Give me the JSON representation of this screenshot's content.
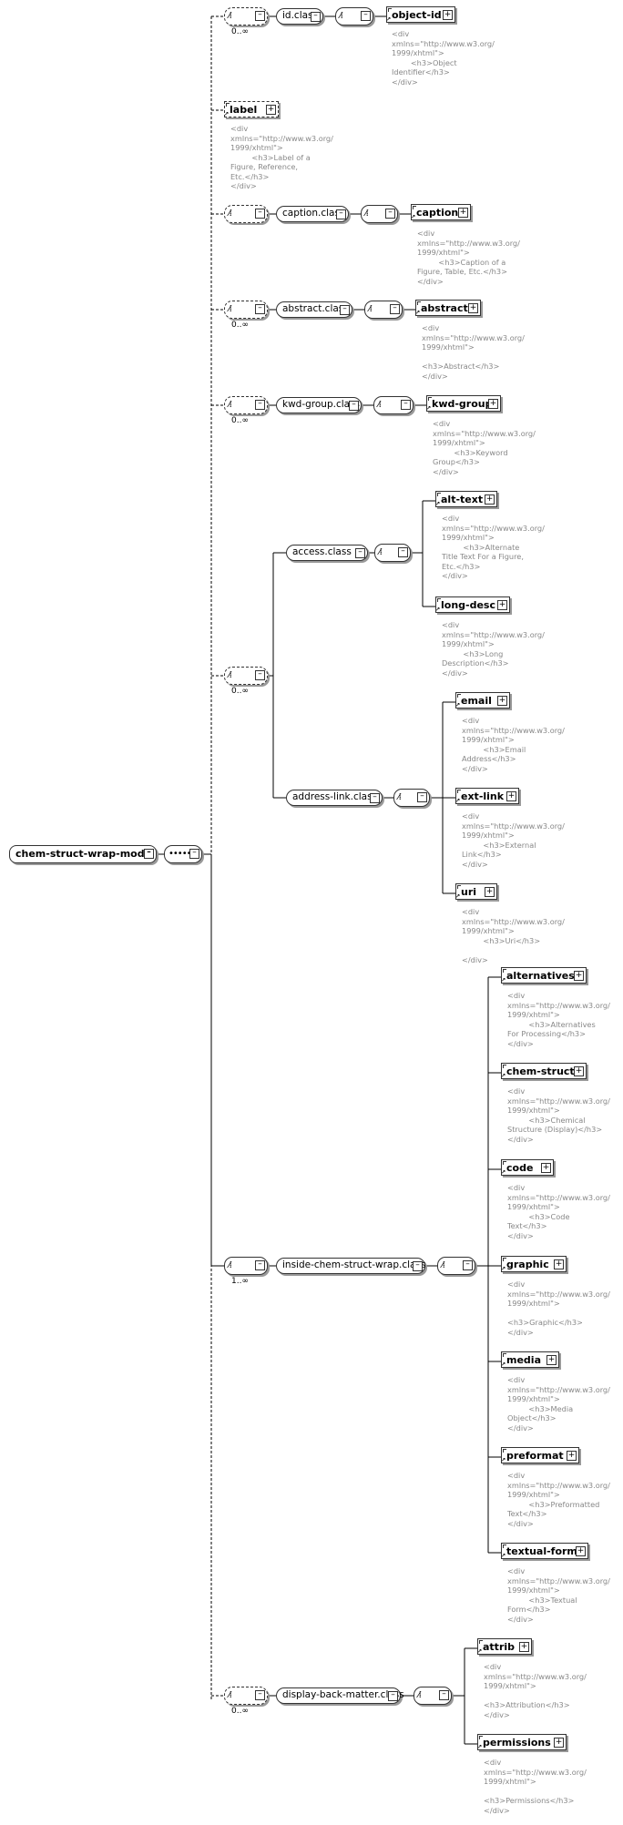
{
  "root": {
    "label": "chem-struct-wrap-model"
  },
  "groups": {
    "id_class": "id.class",
    "caption_class": "caption.class",
    "abstract_class": "abstract.class",
    "kwd_group_class": "kwd-group.class",
    "access_class": "access.class",
    "address_link_class": "address-link.class",
    "inside_class": "inside-chem-struct-wrap.class",
    "display_back_class": "display-back-matter.class"
  },
  "occurrences": {
    "id": "0..∞",
    "abstract": "0..∞",
    "kwd": "0..∞",
    "access_addr": "0..∞",
    "inside": "1..∞",
    "display": "0..∞"
  },
  "elements": {
    "object_id": {
      "label": "object-id",
      "doc": "<div\nxmlns=\"http://www.w3.org/\n1999/xhtml\">\n        <h3>Object\nIdentifier</h3>\n</div>"
    },
    "label": {
      "label": "label",
      "doc": "<div\nxmlns=\"http://www.w3.org/\n1999/xhtml\">\n         <h3>Label of a\nFigure, Reference,\nEtc.</h3>\n</div>"
    },
    "caption": {
      "label": "caption",
      "doc": "<div\nxmlns=\"http://www.w3.org/\n1999/xhtml\">\n         <h3>Caption of a\nFigure, Table, Etc.</h3>\n</div>"
    },
    "abstract": {
      "label": "abstract",
      "doc": "<div\nxmlns=\"http://www.w3.org/\n1999/xhtml\">\n\n<h3>Abstract</h3>\n</div>"
    },
    "kwd_group": {
      "label": "kwd-group",
      "doc": "<div\nxmlns=\"http://www.w3.org/\n1999/xhtml\">\n         <h3>Keyword\nGroup</h3>\n</div>"
    },
    "alt_text": {
      "label": "alt-text",
      "doc": "<div\nxmlns=\"http://www.w3.org/\n1999/xhtml\">\n         <h3>Alternate\nTitle Text For a Figure,\nEtc.</h3>\n</div>"
    },
    "long_desc": {
      "label": "long-desc",
      "doc": "<div\nxmlns=\"http://www.w3.org/\n1999/xhtml\">\n         <h3>Long\nDescription</h3>\n</div>"
    },
    "email": {
      "label": "email",
      "doc": "<div\nxmlns=\"http://www.w3.org/\n1999/xhtml\">\n         <h3>Email\nAddress</h3>\n</div>"
    },
    "ext_link": {
      "label": "ext-link",
      "doc": "<div\nxmlns=\"http://www.w3.org/\n1999/xhtml\">\n         <h3>External\nLink</h3>\n</div>"
    },
    "uri": {
      "label": "uri",
      "doc": "<div\nxmlns=\"http://www.w3.org/\n1999/xhtml\">\n         <h3>Uri</h3>\n\n</div>"
    },
    "alternatives": {
      "label": "alternatives",
      "doc": "<div\nxmlns=\"http://www.w3.org/\n1999/xhtml\">\n         <h3>Alternatives\nFor Processing</h3>\n</div>"
    },
    "chem_struct": {
      "label": "chem-struct",
      "doc": "<div\nxmlns=\"http://www.w3.org/\n1999/xhtml\">\n         <h3>Chemical\nStructure (Display)</h3>\n</div>"
    },
    "code": {
      "label": "code",
      "doc": "<div\nxmlns=\"http://www.w3.org/\n1999/xhtml\">\n         <h3>Code\nText</h3>\n</div>"
    },
    "graphic": {
      "label": "graphic",
      "doc": "<div\nxmlns=\"http://www.w3.org/\n1999/xhtml\">\n\n<h3>Graphic</h3>\n</div>"
    },
    "media": {
      "label": "media",
      "doc": "<div\nxmlns=\"http://www.w3.org/\n1999/xhtml\">\n         <h3>Media\nObject</h3>\n</div>"
    },
    "preformat": {
      "label": "preformat",
      "doc": "<div\nxmlns=\"http://www.w3.org/\n1999/xhtml\">\n         <h3>Preformatted\nText</h3>\n</div>"
    },
    "textual_form": {
      "label": "textual-form",
      "doc": "<div\nxmlns=\"http://www.w3.org/\n1999/xhtml\">\n         <h3>Textual\nForm</h3>\n</div>"
    },
    "attrib": {
      "label": "attrib",
      "doc": "<div\nxmlns=\"http://www.w3.org/\n1999/xhtml\">\n\n<h3>Attribution</h3>\n</div>"
    },
    "permissions": {
      "label": "permissions",
      "doc": "<div\nxmlns=\"http://www.w3.org/\n1999/xhtml\">\n\n<h3>Permissions</h3>\n</div>"
    }
  }
}
